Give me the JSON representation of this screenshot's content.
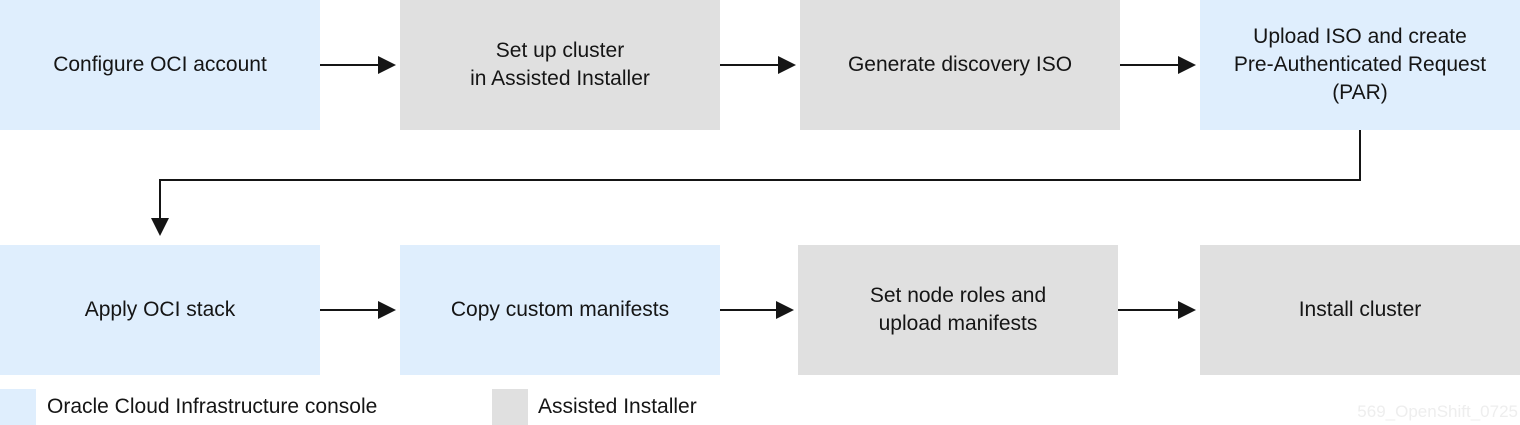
{
  "steps": [
    {
      "label": "Configure OCI account",
      "source": "oci"
    },
    {
      "label": "Set up cluster\nin Assisted Installer",
      "source": "ai"
    },
    {
      "label": "Generate discovery ISO",
      "source": "ai"
    },
    {
      "label": "Upload ISO and create\nPre-Authenticated Request\n(PAR)",
      "source": "oci"
    },
    {
      "label": "Apply OCI stack",
      "source": "oci"
    },
    {
      "label": "Copy custom manifests",
      "source": "oci"
    },
    {
      "label": "Set node roles and\nupload manifests",
      "source": "ai"
    },
    {
      "label": "Install cluster",
      "source": "ai"
    }
  ],
  "legend": {
    "oci": {
      "label": "Oracle Cloud Infrastructure console",
      "color": "#dfeefd"
    },
    "ai": {
      "label": "Assisted Installer",
      "color": "#e0e0e0"
    }
  },
  "watermark": "569_OpenShift_0725",
  "colors": {
    "arrow": "#151515",
    "text": "#151515"
  }
}
